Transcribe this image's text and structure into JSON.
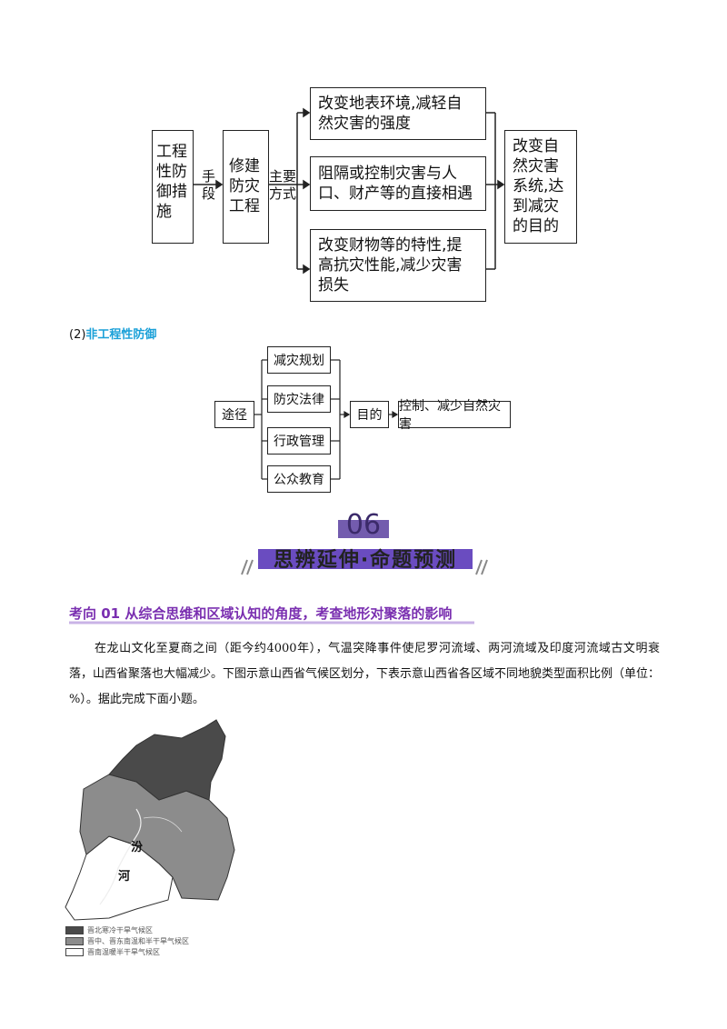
{
  "flowchart1": {
    "box1": "工程\n性防\n御措\n施",
    "arrow1_label": "手\n段",
    "box2": "修建\n防灾\n工程",
    "arrow2_label": "主要\n方式",
    "branch1": "改变地表环境,减轻自\n然灾害的强度",
    "branch2": "阻隔或控制灾害与人\n口、财产等的直接相遇",
    "branch3": "改变财物等的特性,提\n高抗灾性能,减少灾害\n损失",
    "result": "改变自\n然灾害\n系统,达\n到减灾\n的目的"
  },
  "section2": {
    "number": "(2)",
    "title": "非工程性防御"
  },
  "flowchart2": {
    "root": "途径",
    "items": [
      "减灾规划",
      "防灾法律",
      "行政管理",
      "公众教育"
    ],
    "purpose": "目的",
    "goal": "控制、减少自然灾害"
  },
  "banner": {
    "number": "06",
    "title": "思辨延伸·命题预测"
  },
  "topic": "考向 01  从综合思维和区域认知的角度，考查地形对聚落的影响",
  "paragraph": "在龙山文化至夏商之间（距今约4000年），气温突降事件使尼罗河流域、两河流域及印度河流域古文明衰落，山西省聚落也大幅减少。下图示意山西省气候区划分，下表示意山西省各区域不同地貌类型面积比例（单位：%）。据此完成下面小题。",
  "map": {
    "river_labels": [
      "汾",
      "河"
    ],
    "legend": [
      {
        "label": "晋北寒冷干旱气候区",
        "color": "#4a4a4a"
      },
      {
        "label": "晋中、晋东南温和半干旱气候区",
        "color": "#8c8c8c"
      },
      {
        "label": "晋南温暖半干旱气候区",
        "color": "#ffffff"
      }
    ]
  }
}
